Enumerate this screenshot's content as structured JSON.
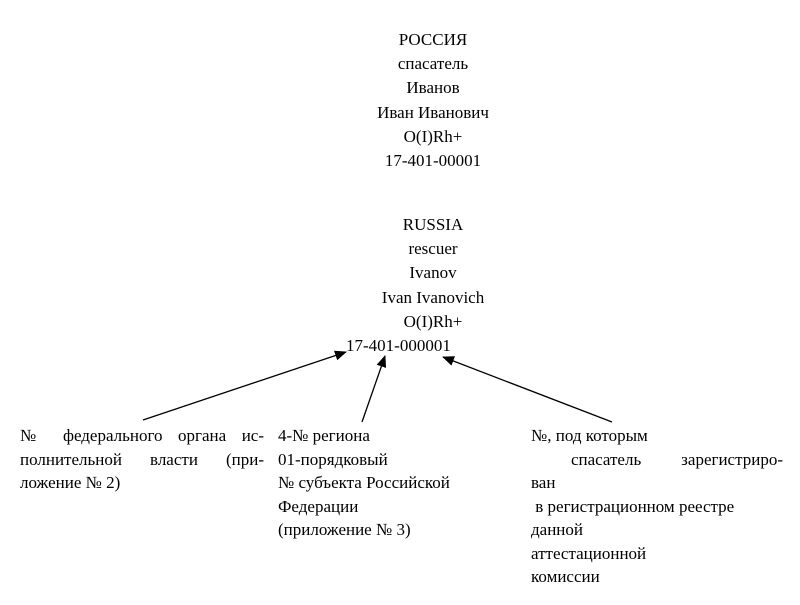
{
  "russian_block": {
    "lines": [
      "РОССИЯ",
      "спасатель",
      "Иванов",
      "Иван Иванович",
      "O(I)Rh+",
      "17-401-00001"
    ]
  },
  "english_block": {
    "lines": [
      "RUSSIA",
      "rescuer",
      "Ivanov",
      "Ivan Ivanovich",
      "O(I)Rh+"
    ],
    "code": "17-401-000001"
  },
  "notes": {
    "left": {
      "line1": "№ федерального органа ис-",
      "line2": "полнительной власти (при-",
      "line3": "ложение № 2)"
    },
    "middle": {
      "lines": [
        "4-№ региона",
        "01-порядковый",
        "№ субъекта Российской",
        "Федерации",
        "(приложение № 3)"
      ]
    },
    "right": {
      "line1": "№, под которым",
      "line2": "  спасатель  зарегистриро-",
      "line3": "ван",
      "line4": " в регистрационном реестре",
      "line5": "данной",
      "line6": "аттестационной",
      "line7": "комиссии"
    }
  }
}
